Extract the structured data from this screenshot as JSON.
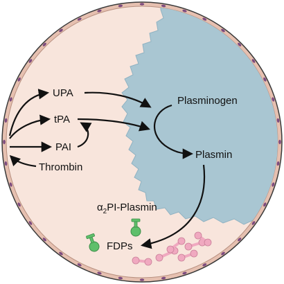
{
  "colors": {
    "tissue": "#f8e5dc",
    "clot": "#a9c6d2",
    "clot_edge": "#8fb2c2",
    "vessel_wall": "#e6c0b0",
    "outline": "#3a3a3a",
    "endothelial_nucleus": "#7d4b7e",
    "arrow": "#111111",
    "inhibitor": "#5fbf6b",
    "fdp": "#f0a9c0"
  },
  "labels": {
    "upa": "UPA",
    "tpa": "tPA",
    "pai": "PAI",
    "thrombin": "Thrombin",
    "plasminogen": "Plasminogen",
    "plasmin": "Plasmin",
    "complex_prefix": "α",
    "complex_sub": "2",
    "complex_suffix": "PI-Plasmin",
    "fdps": "FDPs"
  },
  "icons": {
    "inhibitor": "antiplasmin-complex-icon",
    "fragment": "fibrin-degradation-product-icon",
    "nucleus": "endothelial-nucleus-icon"
  }
}
